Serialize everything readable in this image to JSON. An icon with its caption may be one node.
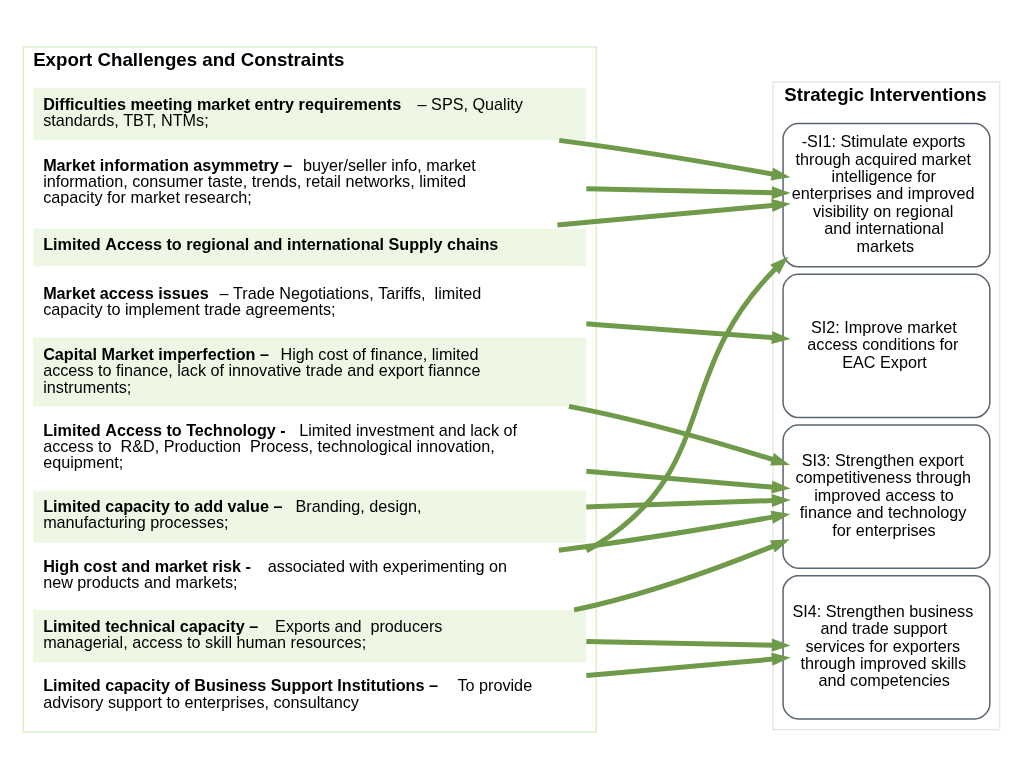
{
  "diagram": {
    "nodes": [
      {
        "text": [
          "Export Challenges and Constraints"
        ]
      },
      {
        "text": [
          "**Difficulties meeting market entry requirements** – SPS, Quality standards, TBT, NTMs;"
        ],
        "in": 0
      },
      {
        "text": [
          "**Market information asymmetry –** buyer/seller info, market information, consumer taste, trends, retail networks, limited capacity for market research;"
        ],
        "in": 0
      },
      {
        "text": [
          "**Limited Access to regional and international Supply chains**"
        ],
        "in": 0
      },
      {
        "text": [
          "**Market access issues** – Trade Negotiations, Tariffs,  limited capacity to implement trade agreements;"
        ],
        "in": 0
      },
      {
        "text": [
          "**Capital Market imperfection –** High cost of finance, limited access to finance, lack of innovative trade and export fiannce instruments;"
        ],
        "in": 0
      },
      {
        "text": [
          "**Limited Access to Technology -** Limited investment and lack of access to  R&D, Production  Process, technological innovation, equipment;"
        ],
        "in": 0
      },
      {
        "text": [
          "**Limited capacity to add value –** Branding, design, manufacturing processes;"
        ],
        "in": 0
      },
      {
        "text": [
          "**High cost and market risk -**  associated with experimenting on new products and markets;"
        ],
        "in": 0
      },
      {
        "text": [
          "**Limited technical capacity –**  Exports and  producers managerial, access to skill human resources;"
        ],
        "in": 0
      },
      {
        "text": [
          "**Limited capacity of Business Support Institutions –** To provide advisory support to enterprises, consultancy"
        ],
        "in": 0
      },
      {
        "text": [
          "Strategic Interventions"
        ]
      },
      {
        "text": [
          "-SI1: Stimulate exports through acquired market intelligence for enterprises and improved visibility on regional and international markets"
        ],
        "in": 11
      },
      {
        "text": [
          "SI2: Improve market access conditions for EAC Export"
        ],
        "in": 11
      },
      {
        "text": [
          "SI3: Strengthen export competitiveness through improved access to finance and technology for enterprises"
        ],
        "in": 11
      },
      {
        "text": [
          "SI4: Strengthen business and trade support services for exporters through improved skills and competencies"
        ],
        "in": 11
      }
    ],
    "edges": [
      {
        "from": 1,
        "to": 12,
        "arrow": "to"
      },
      {
        "from": 2,
        "to": 12,
        "arrow": "to"
      },
      {
        "from": 3,
        "to": 12,
        "arrow": "to"
      },
      {
        "from": 4,
        "to": 13,
        "arrow": "to"
      },
      {
        "from": 5,
        "to": 14,
        "arrow": "to"
      },
      {
        "from": 6,
        "to": 14,
        "arrow": "to"
      },
      {
        "from": 7,
        "to": 14,
        "arrow": "to"
      },
      {
        "from": 8,
        "to": 12,
        "arrow": "to"
      },
      {
        "from": 8,
        "to": 14,
        "arrow": "to"
      },
      {
        "from": 9,
        "to": 14,
        "arrow": "to"
      },
      {
        "from": 9,
        "to": 15,
        "arrow": "to"
      },
      {
        "from": 10,
        "to": 15,
        "arrow": "to"
      }
    ]
  }
}
